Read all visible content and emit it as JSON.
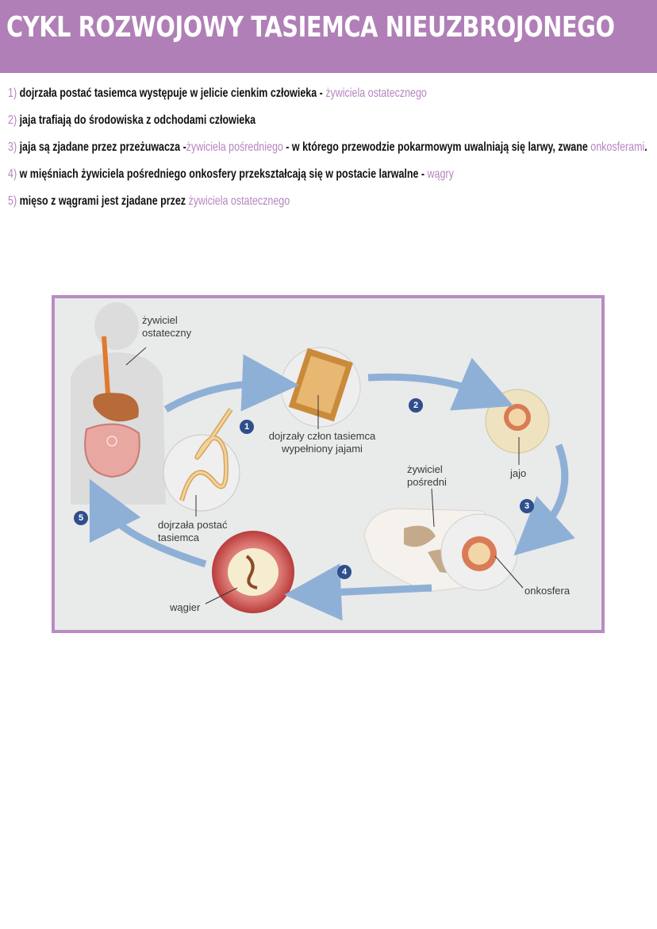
{
  "title": "CYKL ROZWOJOWY TASIEMCA NIEUZBROJONEGO",
  "notes": [
    {
      "num": "1)",
      "text": "dojrzała postać tasiemca występuje w jelicie cienkim człowieka - ",
      "highlight": "żywiciela ostatecznego",
      "after": ""
    },
    {
      "num": "2)",
      "text": "jaja trafiają do środowiska z odchodami człowieka",
      "highlight": "",
      "after": ""
    },
    {
      "num": "3)",
      "text": "jaja są zjadane przez przeżuwacza -",
      "highlight": "żywiciela pośredniego",
      "after": " - w którego przewodzie pokarmowym uwalniają się larwy, zwane ",
      "highlight2": "onkosferami",
      "after2": "."
    },
    {
      "num": "4)",
      "text": "w mięśniach żywiciela pośredniego onkosfery przekształcają się w postacie larwalne - ",
      "highlight": "wągry",
      "after": ""
    },
    {
      "num": "5)",
      "text": "mięso z wągrami jest zjadane przez ",
      "highlight": "żywiciela ostatecznego",
      "after": ""
    }
  ],
  "figure": {
    "labels": {
      "final_host": "żywiciel\nostateczny",
      "mature_segment": "dojrzały człon tasiemca\nwypełniony jajami",
      "egg": "jajo",
      "intermediate_host": "żywiciel\npośredni",
      "oncosphere": "onkosfera",
      "cysticercus": "wągier",
      "adult": "dojrzała postać\ntasiemca"
    },
    "steps": [
      "1",
      "2",
      "3",
      "4",
      "5"
    ]
  },
  "colors": {
    "banner": "#b07fb7",
    "accent_text": "#b584bf",
    "frame": "#b98cc1",
    "step_badge": "#2f4e8c",
    "arrow": "#8fb0d6"
  }
}
